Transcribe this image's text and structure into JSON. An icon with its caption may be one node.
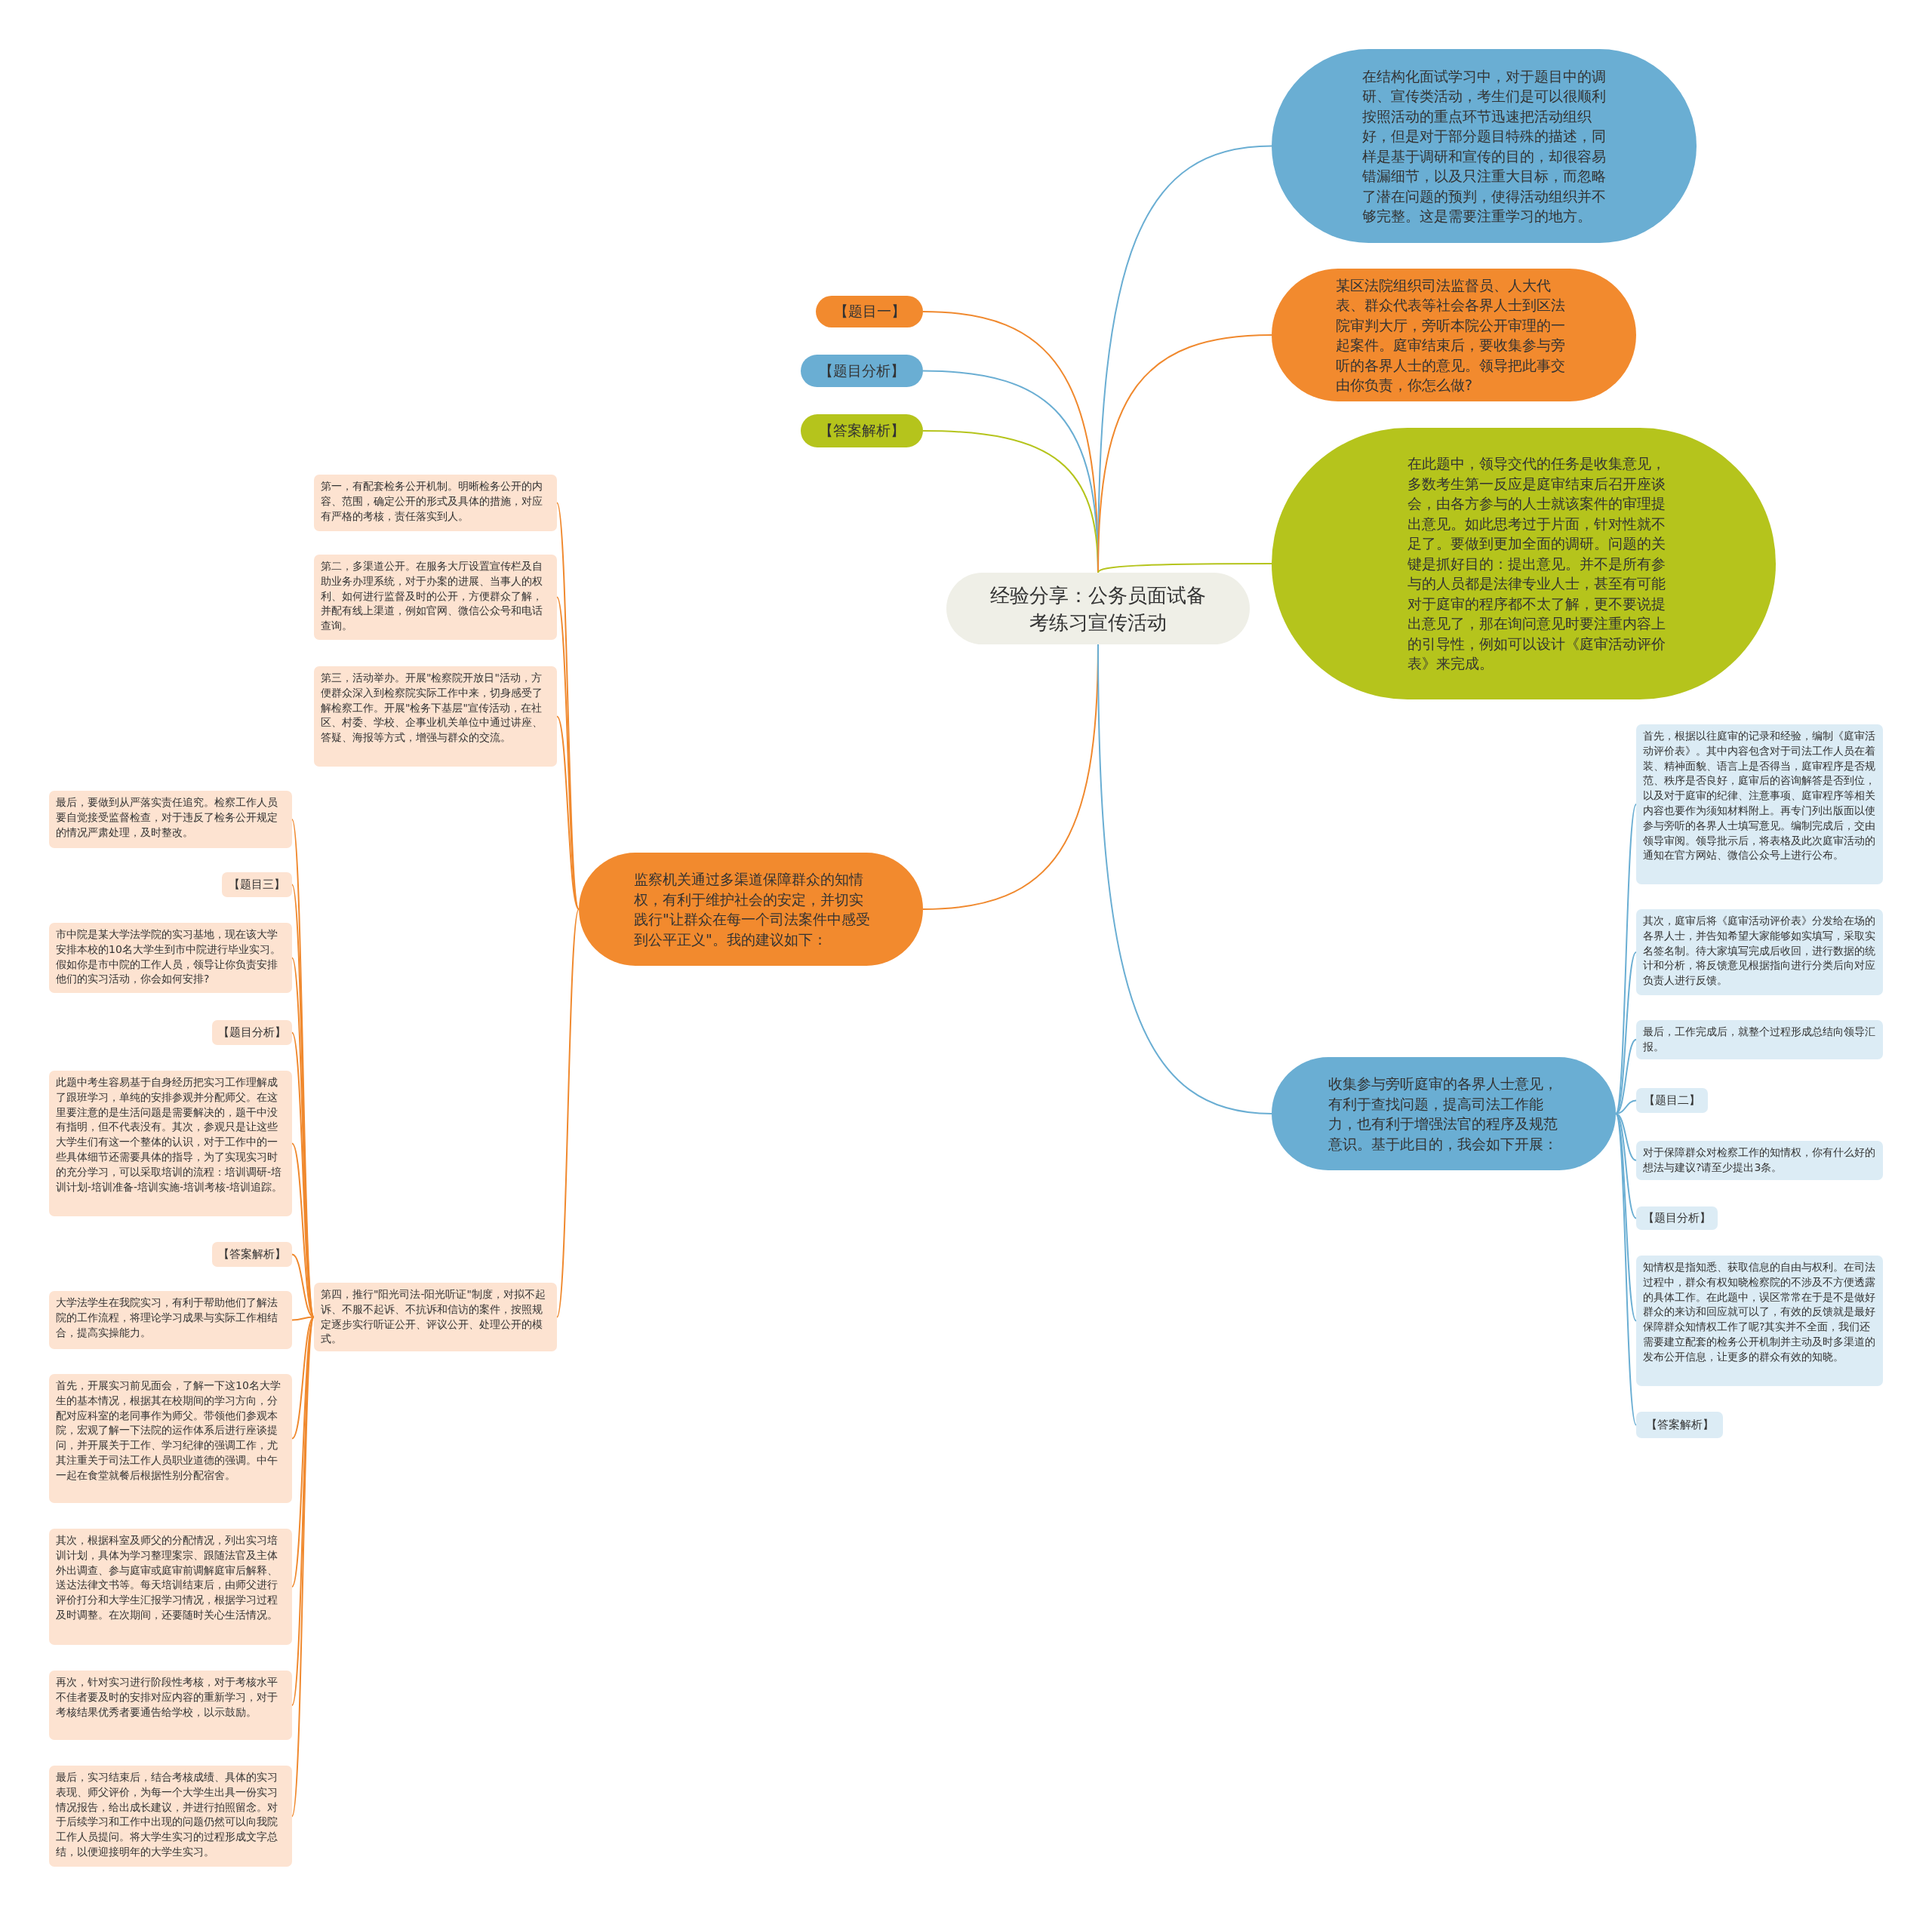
{
  "diagram": {
    "nodes": [
      {
        "text": [
          "经验分享：公务员面试备考练习宣传活动"
        ]
      },
      {
        "text": [
          "【题目一】"
        ]
      },
      {
        "text": [
          "【题目分析】"
        ]
      },
      {
        "text": [
          "【答案解析】"
        ]
      },
      {
        "text": [
          "在结构化面试学习中，对于题目中的调研、宣传类活动，考生们是可以很顺利按照活动的重点环节迅速把活动组织好，但是对于部分题目特殊的描述，同样是基于调研和宣传的目的，却很容易错漏细节，以及只注重大目标，而忽略了潜在问题的预判，使得活动组织并不够完整。这是需要注重学习的地方。"
        ]
      },
      {
        "text": [
          "某区法院组织司法监督员、人大代表、群众代表等社会各界人士到区法院审判大厅，旁听本院公开审理的一起案件。庭审结束后，要收集参与旁听的各界人士的意见。领导把此事交由你负责，你怎么做?"
        ]
      },
      {
        "text": [
          "在此题中，领导交代的任务是收集意见，多数考生第一反应是庭审结束后召开座谈会，由各方参与的人士就该案件的审理提出意见。如此思考过于片面，针对性就不足了。要做到更加全面的调研。问题的关键是抓好目的：提出意见。并不是所有参与的人员都是法律专业人士，甚至有可能对于庭审的程序都不太了解，更不要说提出意见了，那在询问意见时要注重内容上的引导性，例如可以设计《庭审活动评价表》来完成。"
        ]
      },
      {
        "text": [
          "监察机关通过多渠道保障群众的知情权，有利于维护社会的安定，并切实践行\"让群众在每一个司法案件中感受到公平正义\"。我的建议如下："
        ]
      },
      {
        "text": [
          "收集参与旁听庭审的各界人士意见，有利于查找问题，提高司法工作能力，也有利于增强法官的程序及规范意识。基于此目的，我会如下开展："
        ]
      },
      {
        "text": [
          "第一，有配套检务公开机制。明晰检务公开的内容、范围，确定公开的形式及具体的措施，对应有严格的考核，责任落实到人。"
        ]
      },
      {
        "text": [
          "第二，多渠道公开。在服务大厅设置宣传栏及自助业务办理系统，对于办案的进展、当事人的权利、如何进行监督及时的公开，方便群众了解，并配有线上渠道，例如官网、微信公众号和电话查询。"
        ]
      },
      {
        "text": [
          "第三，活动举办。开展\"检察院开放日\"活动，方便群众深入到检察院实际工作中来，切身感受了解检察工作。开展\"检务下基层\"宣传活动，在社区、村委、学校、企事业机关单位中通过讲座、答疑、海报等方式，增强与群众的交流。"
        ]
      },
      {
        "text": [
          "第四，推行\"阳光司法-阳光听证\"制度，对拟不起诉、不服不起诉、不抗诉和信访的案件，按照规定逐步实行听证公开、评议公开、处理公开的模式。"
        ]
      },
      {
        "text": [
          "最后，要做到从严落实责任追究。检察工作人员要自觉接受监督检查，对于违反了检务公开规定的情况严肃处理，及时整改。"
        ]
      },
      {
        "text": [
          "【题目三】"
        ]
      },
      {
        "text": [
          "市中院是某大学法学院的实习基地，现在该大学安排本校的10名大学生到市中院进行毕业实习。假如你是市中院的工作人员，领导让你负责安排他们的实习活动，你会如何安排?"
        ]
      },
      {
        "text": [
          "【题目分析】"
        ]
      },
      {
        "text": [
          "此题中考生容易基于自身经历把实习工作理解成了跟班学习，单纯的安排参观并分配师父。在这里要注意的是生活问题是需要解决的，题干中没有指明，但不代表没有。其次，参观只是让这些大学生们有这一个整体的认识，对于工作中的一些具体细节还需要具体的指导，为了实现实习时的充分学习，可以采取培训的流程：培训调研-培训计划-培训准备-培训实施-培训考核-培训追踪。"
        ]
      },
      {
        "text": [
          "【答案解析】"
        ]
      },
      {
        "text": [
          "大学法学生在我院实习，有利于帮助他们了解法院的工作流程，将理论学习成果与实际工作相结合，提高实操能力。"
        ]
      },
      {
        "text": [
          "首先，开展实习前见面会，了解一下这10名大学生的基本情况，根据其在校期间的学习方向，分配对应科室的老同事作为师父。带领他们参观本院，宏观了解一下法院的运作体系后进行座谈提问，并开展关于工作、学习纪律的强调工作，尤其注重关于司法工作人员职业道德的强调。中午一起在食堂就餐后根据性别分配宿舍。"
        ]
      },
      {
        "text": [
          "其次，根据科室及师父的分配情况，列出实习培训计划，具体为学习整理案宗、跟随法官及主体外出调查、参与庭审或庭审前调解庭审后解释、送达法律文书等。每天培训结束后，由师父进行评价打分和大学生汇报学习情况，根据学习过程及时调整。在次期间，还要随时关心生活情况。"
        ]
      },
      {
        "text": [
          "再次，针对实习进行阶段性考核，对于考核水平不佳者要及时的安排对应内容的重新学习，对于考核结果优秀者要通告给学校，以示鼓励。"
        ]
      },
      {
        "text": [
          "最后，实习结束后，结合考核成绩、具体的实习表现、师父评价，为每一个大学生出具一份实习情况报告，给出成长建议，并进行拍照留念。对于后续学习和工作中出现的问题仍然可以向我院工作人员提问。将大学生实习的过程形成文字总结，以便迎接明年的大学生实习。"
        ]
      },
      {
        "text": [
          "首先，根据以往庭审的记录和经验，编制《庭审活动评价表》。其中内容包含对于司法工作人员在着装、精神面貌、语言上是否得当，庭审程序是否规范、秩序是否良好，庭审后的咨询解答是否到位，以及对于庭审的纪律、注意事项、庭审程序等相关内容也要作为须知材料附上。再专门列出版面以使参与旁听的各界人士填写意见。编制完成后，交由领导审阅。领导批示后，将表格及此次庭审活动的通知在官方网站、微信公众号上进行公布。"
        ]
      },
      {
        "text": [
          "其次，庭审后将《庭审活动评价表》分发给在场的各界人士，并告知希望大家能够如实填写，采取实名签名制。待大家填写完成后收回，进行数据的统计和分析，将反馈意见根据指向进行分类后向对应负责人进行反馈。"
        ]
      },
      {
        "text": [
          "最后，工作完成后，就整个过程形成总结向领导汇报。"
        ]
      },
      {
        "text": [
          "【题目二】"
        ]
      },
      {
        "text": [
          "对于保障群众对检察工作的知情权，你有什么好的想法与建议?请至少提出3条。"
        ]
      },
      {
        "text": [
          "【题目分析】"
        ]
      },
      {
        "text": [
          "知情权是指知悉、获取信息的自由与权利。在司法过程中，群众有权知晓检察院的不涉及不方便透露的具体工作。在此题中，误区常常在于是不是做好群众的来访和回应就可以了，有效的反馈就是最好保障群众知情权工作了呢?其实并不全面，我们还需要建立配套的检务公开机制并主动及时多渠道的发布公开信息，让更多的群众有效的知晓。"
        ]
      },
      {
        "text": [
          "【答案解析】"
        ]
      }
    ],
    "edges": [
      {
        "from": 0,
        "to": 1,
        "arrow": "none"
      },
      {
        "from": 0,
        "to": 2,
        "arrow": "none",
        "color": "#6aaed3"
      },
      {
        "from": 0,
        "to": 3,
        "arrow": "none",
        "color": "#b5c41c"
      },
      {
        "from": 0,
        "to": 4,
        "arrow": "none",
        "color": "#6aaed3"
      },
      {
        "from": 0,
        "to": 5,
        "arrow": "none"
      },
      {
        "from": 0,
        "to": 6,
        "arrow": "none",
        "color": "#b5c41c"
      },
      {
        "from": 0,
        "to": 7,
        "arrow": "none"
      },
      {
        "from": 0,
        "to": 8,
        "arrow": "none",
        "color": "#6aaed3"
      },
      {
        "from": 7,
        "to": 9,
        "arrow": "none"
      },
      {
        "from": 7,
        "to": 10,
        "arrow": "none"
      },
      {
        "from": 7,
        "to": 11,
        "arrow": "none"
      },
      {
        "from": 7,
        "to": 12,
        "arrow": "none"
      },
      {
        "from": 12,
        "to": 13,
        "arrow": "none"
      },
      {
        "from": 12,
        "to": 14,
        "arrow": "none"
      },
      {
        "from": 12,
        "to": 15,
        "arrow": "none"
      },
      {
        "from": 12,
        "to": 16,
        "arrow": "none"
      },
      {
        "from": 12,
        "to": 17,
        "arrow": "none"
      },
      {
        "from": 12,
        "to": 18,
        "arrow": "none"
      },
      {
        "from": 12,
        "to": 19,
        "arrow": "none"
      },
      {
        "from": 12,
        "to": 20,
        "arrow": "none"
      },
      {
        "from": 12,
        "to": 21,
        "arrow": "none"
      },
      {
        "from": 12,
        "to": 22,
        "arrow": "none"
      },
      {
        "from": 12,
        "to": 23,
        "arrow": "none"
      },
      {
        "from": 8,
        "to": 24,
        "arrow": "none",
        "color": "#6aaed3"
      },
      {
        "from": 8,
        "to": 25,
        "arrow": "none",
        "color": "#6aaed3"
      },
      {
        "from": 8,
        "to": 26,
        "arrow": "none",
        "color": "#6aaed3"
      },
      {
        "from": 8,
        "to": 27,
        "arrow": "none",
        "color": "#6aaed3"
      },
      {
        "from": 8,
        "to": 28,
        "arrow": "none",
        "color": "#6aaed3"
      },
      {
        "from": 8,
        "to": 29,
        "arrow": "none",
        "color": "#6aaed3"
      },
      {
        "from": 8,
        "to": 30,
        "arrow": "none",
        "color": "#6aaed3"
      },
      {
        "from": 8,
        "to": 31,
        "arrow": "none",
        "color": "#6aaed3"
      }
    ]
  }
}
